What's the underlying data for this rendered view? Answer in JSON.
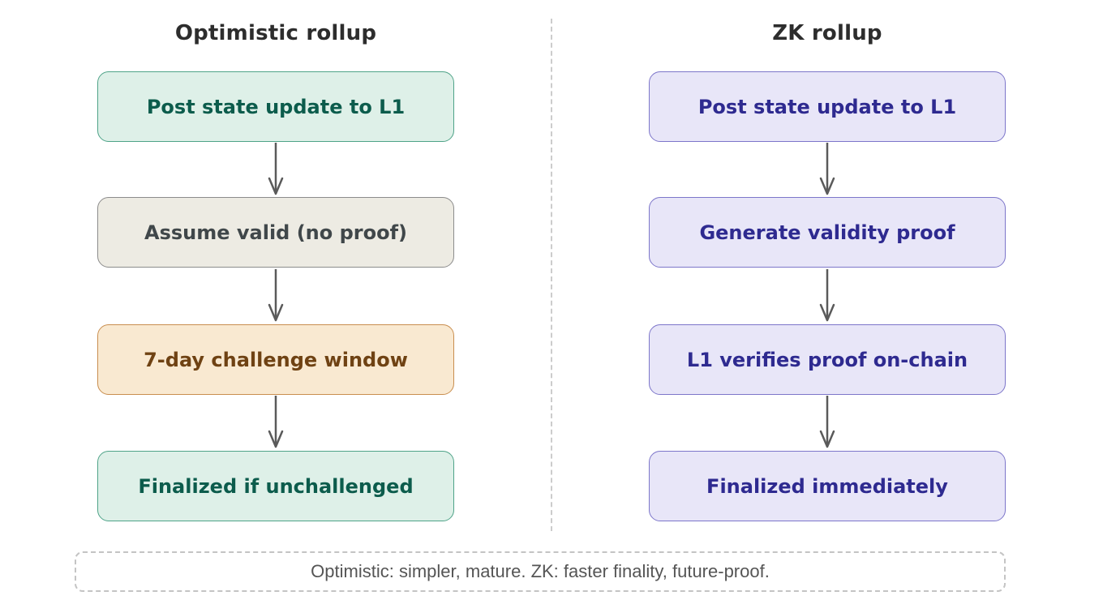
{
  "diagram": {
    "columns": [
      {
        "title": "Optimistic rollup",
        "steps": [
          {
            "label": "Post state update to L1",
            "variant": "mint"
          },
          {
            "label": "Assume valid (no proof)",
            "variant": "beige"
          },
          {
            "label": "7-day challenge window",
            "variant": "peach"
          },
          {
            "label": "Finalized if unchallenged",
            "variant": "mint"
          }
        ]
      },
      {
        "title": "ZK rollup",
        "steps": [
          {
            "label": "Post state update to L1",
            "variant": "lavender"
          },
          {
            "label": "Generate validity proof",
            "variant": "lavender"
          },
          {
            "label": "L1 verifies proof on-chain",
            "variant": "lavender"
          },
          {
            "label": "Finalized immediately",
            "variant": "lavender"
          }
        ]
      }
    ],
    "note": "Optimistic: simpler, mature. ZK: faster finality, future-proof.",
    "variants": {
      "mint": {
        "bg": "#def0e8",
        "border": "#4fa388",
        "text": "#0c5c4c"
      },
      "beige": {
        "bg": "#edebe3",
        "border": "#8c8c8c",
        "text": "#40474a"
      },
      "peach": {
        "bg": "#f9e9d1",
        "border": "#c98e4f",
        "text": "#6f4213"
      },
      "lavender": {
        "bg": "#e8e6f8",
        "border": "#7d76ca",
        "text": "#2e2a90"
      }
    },
    "accents": {
      "arrow": "#5a5a5a",
      "divider": "#cccccc",
      "note_border": "#c4c4c4",
      "note_text": "#555555",
      "title_text": "#2d2d2d"
    }
  }
}
